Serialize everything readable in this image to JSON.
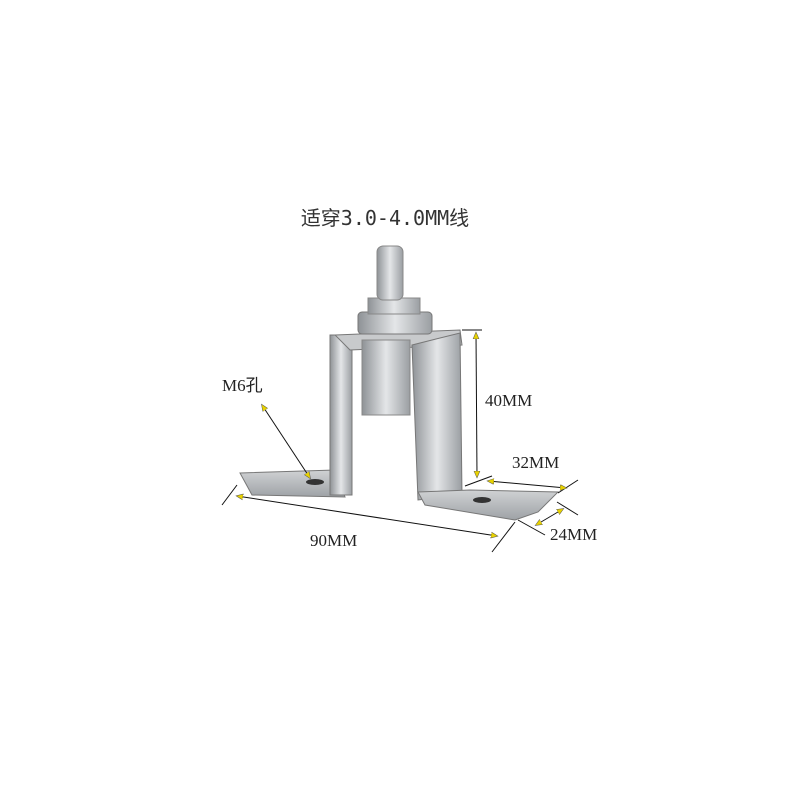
{
  "title": "适穿3.0-4.0MM线",
  "labels": {
    "hole": "M6孔",
    "height": "40MM",
    "foot_length": "32MM",
    "total_length": "90MM",
    "width": "24MM"
  },
  "colors": {
    "arrow": "#e8d200",
    "line": "#111111",
    "metal": "#b8bcc0"
  }
}
